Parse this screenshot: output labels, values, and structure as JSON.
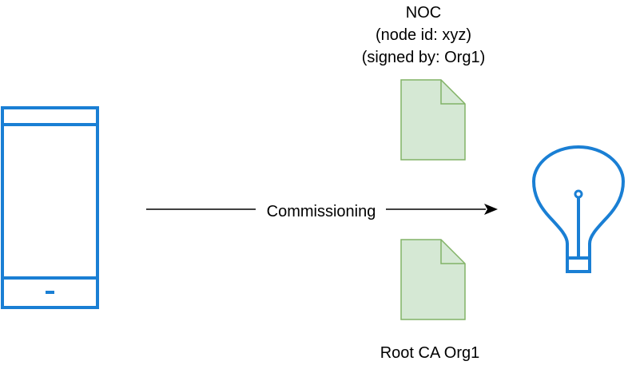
{
  "diagram": {
    "nodes": {
      "phone": {
        "icon": "smartphone-icon",
        "color": "#1a7fd4"
      },
      "noc_document": {
        "icon": "document-icon",
        "fill": "#d5e8d4",
        "stroke": "#82b366",
        "label_lines": [
          "NOC",
          "(node id: xyz)",
          "(signed by: Org1)"
        ]
      },
      "root_ca_document": {
        "icon": "document-icon",
        "fill": "#d5e8d4",
        "stroke": "#82b366",
        "label": "Root CA Org1"
      },
      "lightbulb": {
        "icon": "lightbulb-icon",
        "color": "#1a7fd4"
      }
    },
    "edges": [
      {
        "from": "phone",
        "to": "lightbulb",
        "label": "Commissioning",
        "color": "#000000"
      }
    ]
  }
}
